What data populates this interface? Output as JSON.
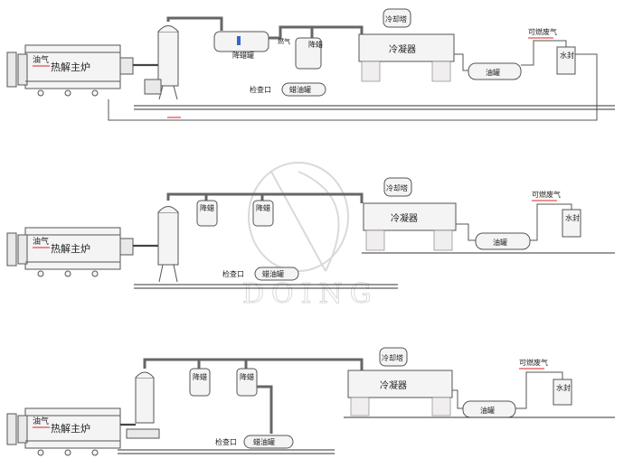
{
  "labels": {
    "oil_gas": "油气",
    "main_furnace": "热解主炉",
    "cooling_tower": "冷却塔",
    "condenser": "冷凝器",
    "combustible_gas": "可燃废气",
    "water_seal": "水封",
    "oil_tank": "油罐",
    "inspection_port": "检查口",
    "slag_oil_tank": "蜡油罐",
    "wax_cooler": "降蜡",
    "wax_cooler_tank": "降蜡罐",
    "gas_label": "燃气"
  },
  "watermark": "DOING",
  "colors": {
    "arrow": "#d22222",
    "flow": "#3366cc"
  }
}
